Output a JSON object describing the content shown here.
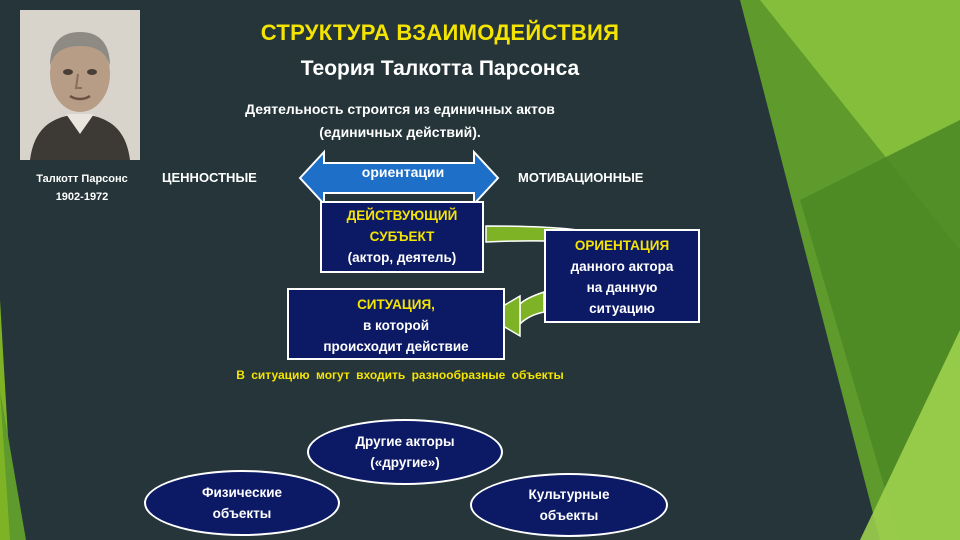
{
  "portrait": {
    "name": "Талкотт Парсонс",
    "years": "1902-1972"
  },
  "title": "СТРУКТУРА ВЗАИМОДЕЙСТВИЯ",
  "subtitle": "Теория Талкотта Парсонса",
  "intro": {
    "line1": "Деятельность строится из единичных актов",
    "line2": "(единичных действий)."
  },
  "orientation_axis": {
    "left": "ЦЕННОСТНЫЕ",
    "center": "ориентации",
    "right": "МОТИВАЦИОННЫЕ"
  },
  "subject_box": {
    "line1": "ДЕЙСТВУЮЩИЙ",
    "line2": "СУБЪЕКТ",
    "line3": "(актор, деятель)"
  },
  "orientation_box": {
    "line1": "ОРИЕНТАЦИЯ",
    "line2": "данного актора",
    "line3": "на данную",
    "line4": "ситуацию"
  },
  "situation_box": {
    "line1": "СИТУАЦИЯ,",
    "line2": "в которой",
    "line3": "происходит действие"
  },
  "situation_note": "В ситуацию могут входить разнообразные объекты",
  "objects": {
    "actors": {
      "line1": "Другие акторы",
      "line2": "(«другие»)"
    },
    "physical": {
      "line1": "Физические",
      "line2": "объекты"
    },
    "cultural": {
      "line1": "Культурные",
      "line2": "объекты"
    }
  },
  "colors": {
    "background": "#253539",
    "title_yellow": "#f5e400",
    "box_blue": "#0c1a66",
    "arrow_blue": "#1e6fc8",
    "arrow_green": "#7fb326"
  }
}
